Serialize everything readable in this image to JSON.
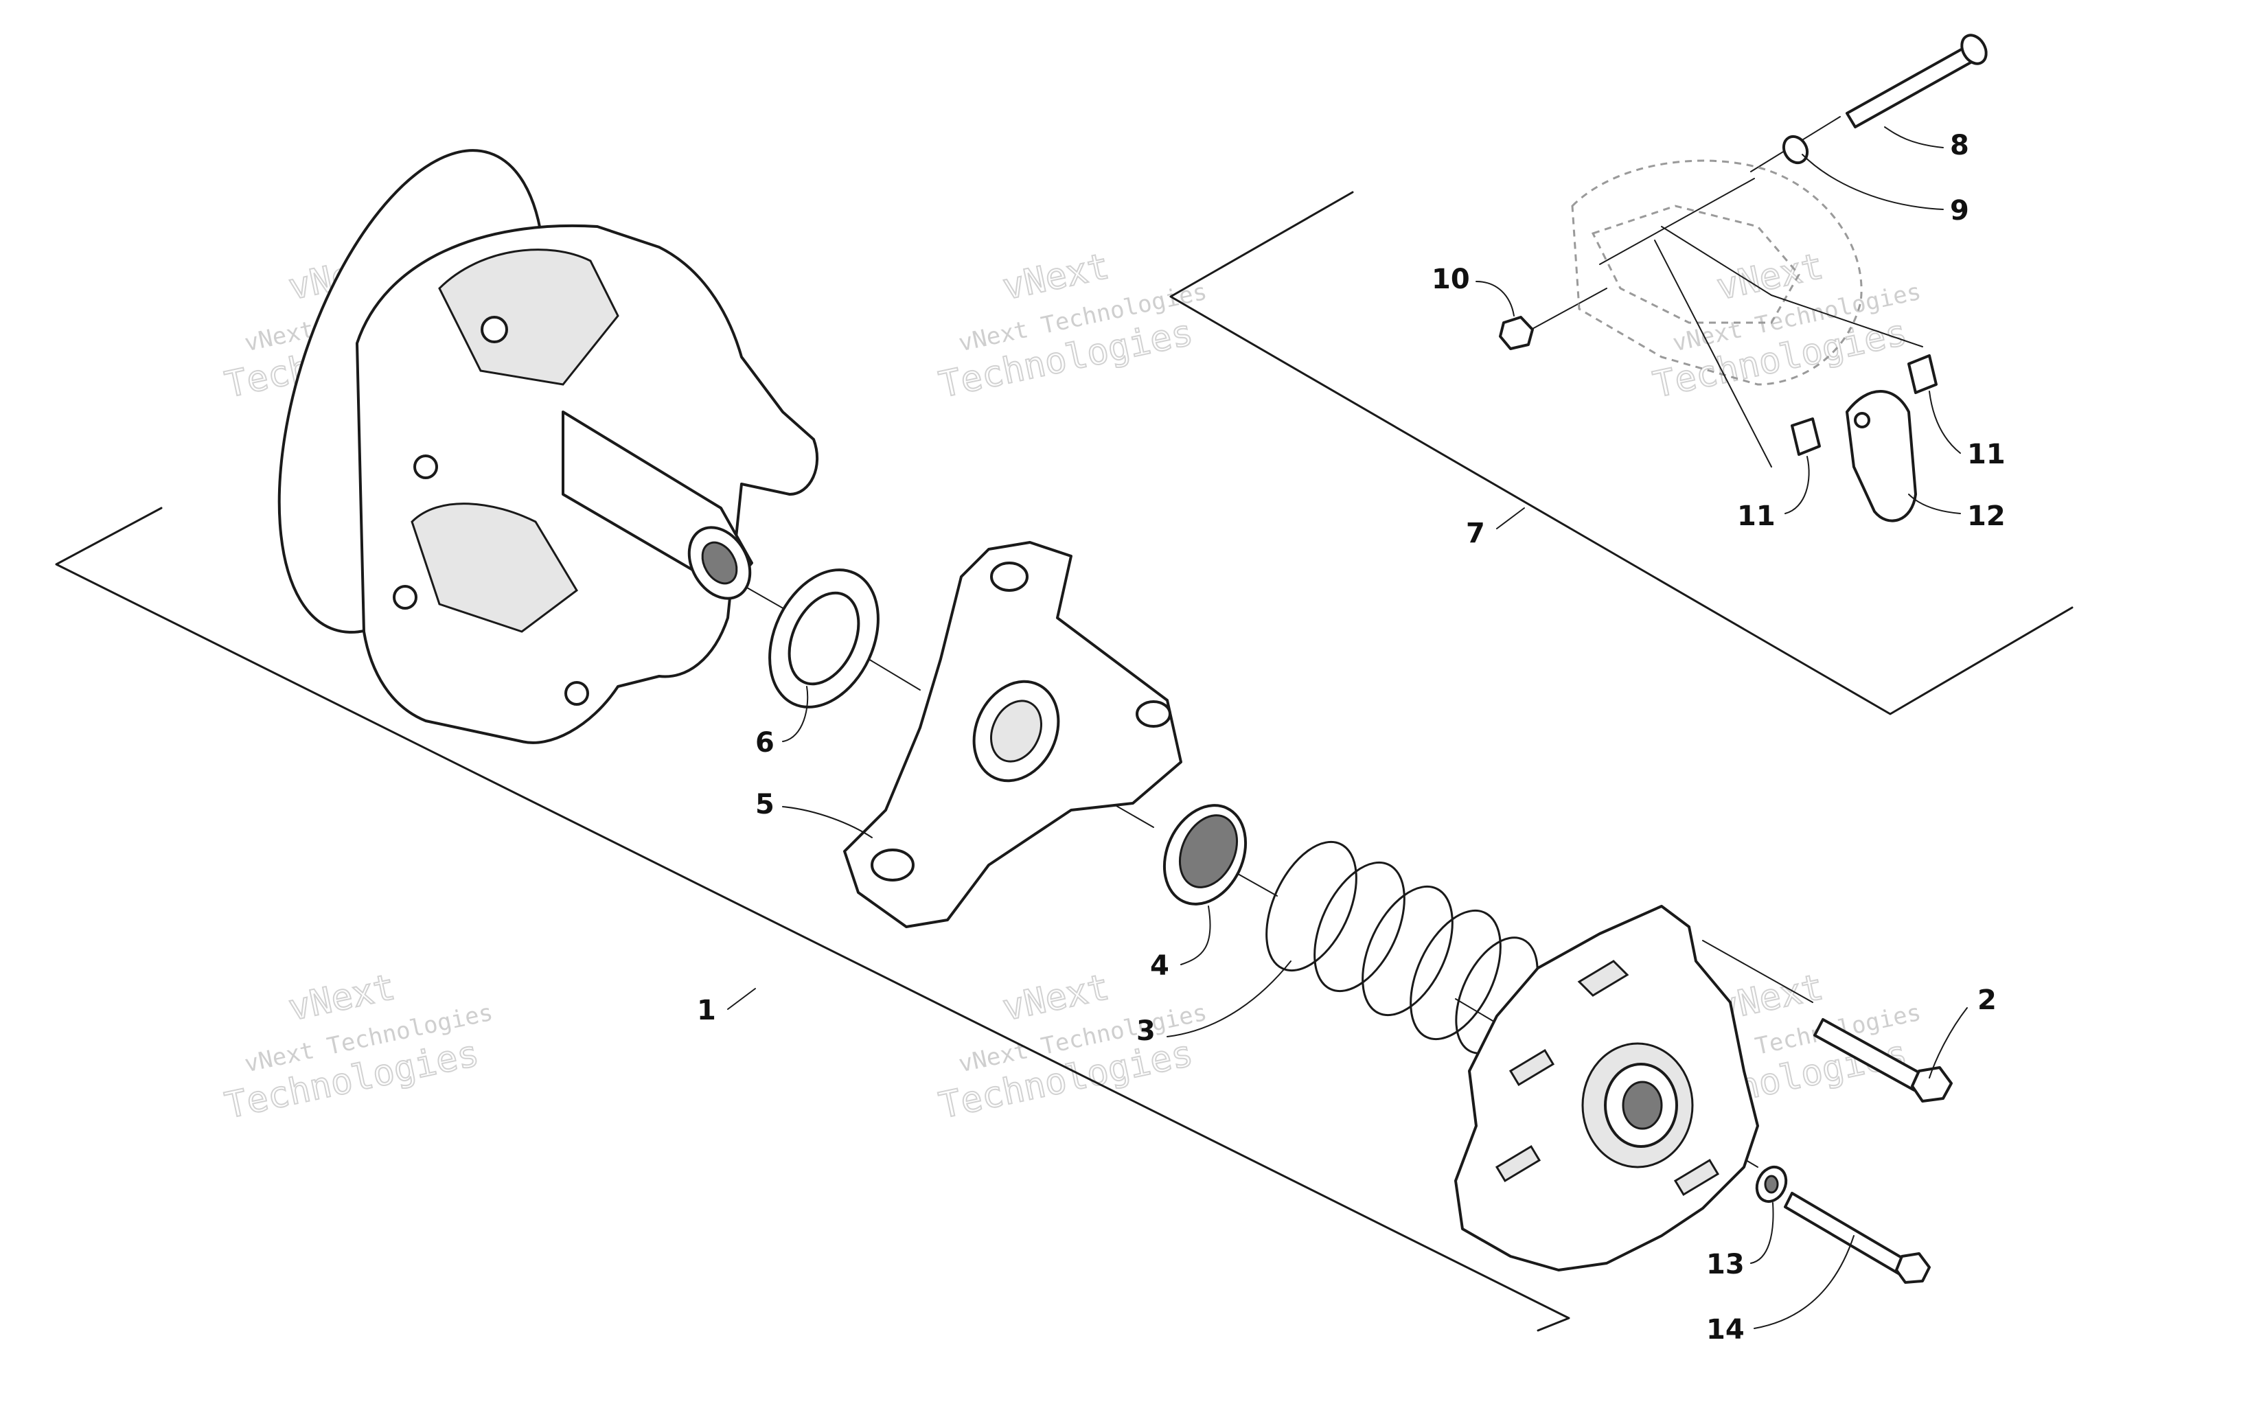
{
  "callouts": {
    "c1": "1",
    "c2": "2",
    "c3": "3",
    "c4": "4",
    "c5": "5",
    "c6": "6",
    "c7": "7",
    "c8": "8",
    "c9": "9",
    "c10": "10",
    "c11a": "11",
    "c11b": "11",
    "c12": "12",
    "c13": "13",
    "c14": "14"
  },
  "watermark": {
    "brand": "vNext",
    "company": "vNext Technologies",
    "word": "Technologies"
  },
  "colors": {
    "ink": "#1a1a1a",
    "watermark": "#cfcfcf",
    "background": "#ffffff"
  }
}
